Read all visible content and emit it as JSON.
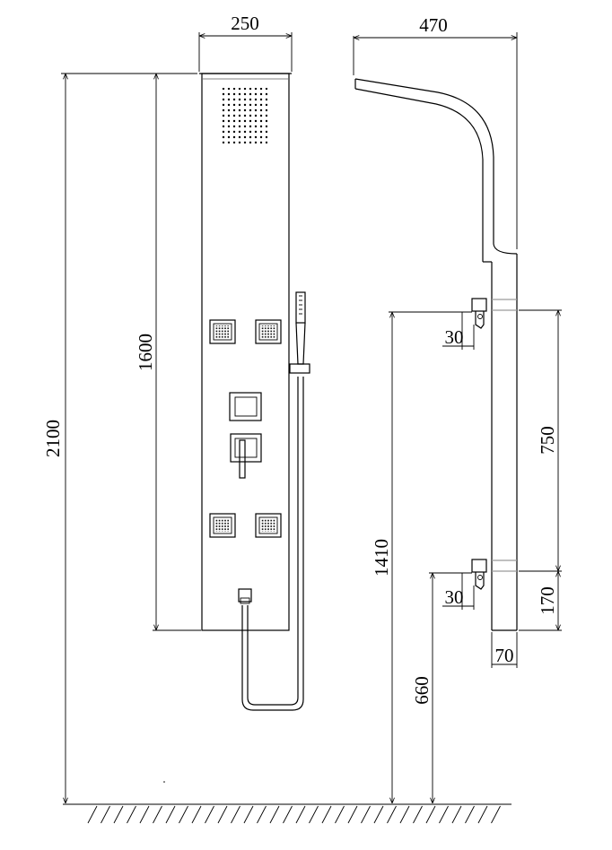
{
  "front_view": {
    "width_label": "250",
    "total_height_label": "2100",
    "panel_height_label": "1600"
  },
  "side_view": {
    "depth_label": "470",
    "bracket_spacing_label": "750",
    "upper_bracket_height_label": "1410",
    "lower_bracket_height_label": "660",
    "bottom_offset_label": "170",
    "panel_thickness_label": "70",
    "upper_bracket_size_label": "30",
    "lower_bracket_size_label": "30"
  },
  "colors": {
    "line": "#000000",
    "accent_gray": "#9a9a9a",
    "background": "#ffffff"
  }
}
